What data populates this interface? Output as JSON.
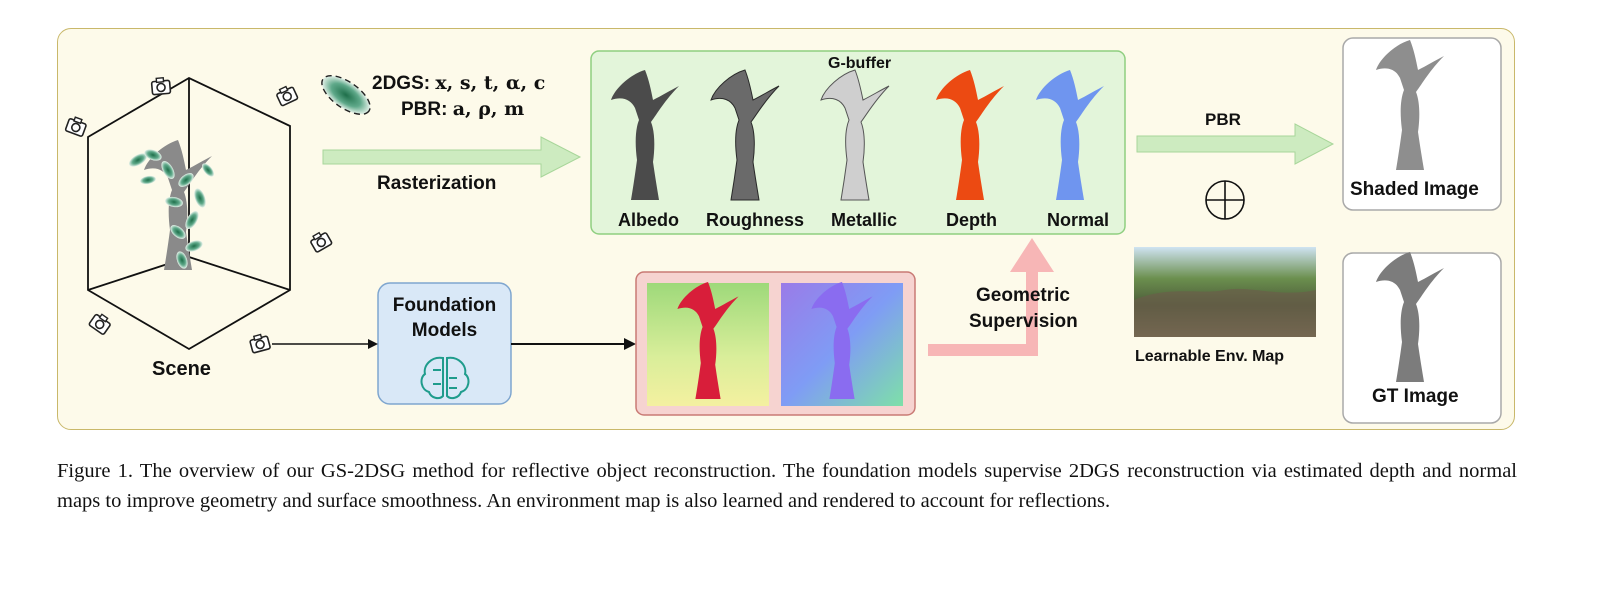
{
  "figure": {
    "scene_label": "Scene",
    "params": {
      "line1_prefix": "2DGS:",
      "line1_math": "x, s, t, α, c",
      "line2_prefix": "PBR:",
      "line2_math": "a, ρ, m"
    },
    "rasterization_label": "Rasterization",
    "gbuffer": {
      "title": "G-buffer",
      "channels": [
        "Albedo",
        "Roughness",
        "Metallic",
        "Depth",
        "Normal"
      ]
    },
    "pbr_label": "PBR",
    "shaded_label": "Shaded Image",
    "envmap_label": "Learnable Env. Map",
    "gt_label": "GT Image",
    "foundation_label_line1": "Foundation",
    "foundation_label_line2": "Models",
    "geometric_line1": "Geometric",
    "geometric_line2": "Supervision",
    "colors": {
      "panel_bg": "#fdfaea",
      "gbuffer_bg": "#e3f5da",
      "arrow_green": "#cdebc0",
      "arrow_pink": "#f7b6b6",
      "foundation_bg": "#d9e8f7",
      "supervision_bg": "#f6d3d0"
    }
  },
  "caption": "Figure 1. The overview of our GS-2DSG method for reflective object reconstruction. The foundation models supervise 2DGS reconstruction via estimated depth and normal maps to improve geometry and surface smoothness. An environment map is also learned and rendered to account for reflections."
}
